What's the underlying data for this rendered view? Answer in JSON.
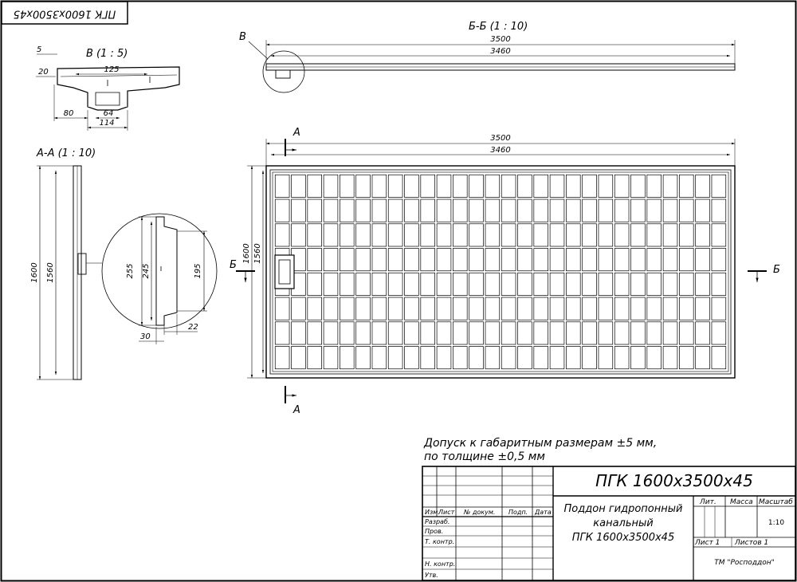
{
  "stamp": "ПГК 1600х3500х45",
  "views": {
    "detail_b": {
      "title": "В (1 : 5)",
      "dims": [
        "5",
        "20",
        "125",
        "80",
        "64",
        "114"
      ]
    },
    "section_bb": {
      "title": "Б-Б (1 : 10)",
      "marker": "В",
      "dims": [
        "3500",
        "3460"
      ]
    },
    "section_aa": {
      "title": "А-А (1 : 10)",
      "dims": [
        "1600",
        "1560",
        "255",
        "245",
        "195",
        "22",
        "30"
      ]
    },
    "plan": {
      "dims": [
        "3500",
        "3460",
        "1600",
        "1560"
      ],
      "cut_a_top": "А",
      "cut_a_bottom": "А",
      "cut_b_left": "Б",
      "cut_b_right": "Б",
      "grid_cols": 28,
      "grid_rows": 8
    }
  },
  "notes": {
    "line1": "Допуск к габаритным размерам ±5 мм,",
    "line2": "по толщине ±0,5 мм"
  },
  "title_block": {
    "designation": "ПГК 1600х3500х45",
    "name_line1": "Поддон гидропонный",
    "name_line2": "канальный",
    "name_line3": "ПГК 1600х3500х45",
    "col_izm": "Изм.",
    "col_list": "Лист",
    "col_doc": "№ докум.",
    "col_sign": "Подп.",
    "col_date": "Дата",
    "row_razrab": "Разраб.",
    "row_prov": "Пров.",
    "row_tkontr": "Т. контр.",
    "row_nkontr": "Н. контр.",
    "row_utv": "Утв.",
    "lit_label": "Лит.",
    "mass_label": "Масса",
    "scale_label": "Масштаб",
    "scale_value": "1:10",
    "sheet_label": "Лист 1",
    "sheets_label": "Листов 1",
    "company": "ТМ \"Росподдон\""
  }
}
